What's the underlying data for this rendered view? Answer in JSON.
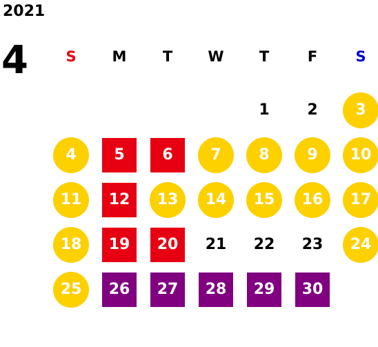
{
  "year": "2021",
  "month": "4",
  "weekdays": [
    {
      "label": "S",
      "kind": "sun"
    },
    {
      "label": "M",
      "kind": ""
    },
    {
      "label": "T",
      "kind": ""
    },
    {
      "label": "W",
      "kind": ""
    },
    {
      "label": "T",
      "kind": ""
    },
    {
      "label": "F",
      "kind": ""
    },
    {
      "label": "S",
      "kind": "sat"
    }
  ],
  "colors": {
    "holiday": "#fdd000",
    "red": "#e60012",
    "purple": "#800080",
    "sunday_header": "#e60012",
    "saturday_header": "#0000cc"
  },
  "weeks": [
    [
      null,
      null,
      null,
      null,
      {
        "day": "1",
        "style": "plain"
      },
      {
        "day": "2",
        "style": "plain"
      },
      {
        "day": "3",
        "style": "holiday"
      }
    ],
    [
      {
        "day": "4",
        "style": "holiday"
      },
      {
        "day": "5",
        "style": "red"
      },
      {
        "day": "6",
        "style": "red"
      },
      {
        "day": "7",
        "style": "holiday"
      },
      {
        "day": "8",
        "style": "holiday"
      },
      {
        "day": "9",
        "style": "holiday"
      },
      {
        "day": "10",
        "style": "holiday"
      }
    ],
    [
      {
        "day": "11",
        "style": "holiday"
      },
      {
        "day": "12",
        "style": "red"
      },
      {
        "day": "13",
        "style": "holiday"
      },
      {
        "day": "14",
        "style": "holiday"
      },
      {
        "day": "15",
        "style": "holiday"
      },
      {
        "day": "16",
        "style": "holiday"
      },
      {
        "day": "17",
        "style": "holiday"
      }
    ],
    [
      {
        "day": "18",
        "style": "holiday"
      },
      {
        "day": "19",
        "style": "red"
      },
      {
        "day": "20",
        "style": "red"
      },
      {
        "day": "21",
        "style": "plain"
      },
      {
        "day": "22",
        "style": "plain"
      },
      {
        "day": "23",
        "style": "plain"
      },
      {
        "day": "24",
        "style": "holiday"
      }
    ],
    [
      {
        "day": "25",
        "style": "holiday"
      },
      {
        "day": "26",
        "style": "purple"
      },
      {
        "day": "27",
        "style": "purple"
      },
      {
        "day": "28",
        "style": "purple"
      },
      {
        "day": "29",
        "style": "purple"
      },
      {
        "day": "30",
        "style": "purple"
      },
      null
    ]
  ]
}
